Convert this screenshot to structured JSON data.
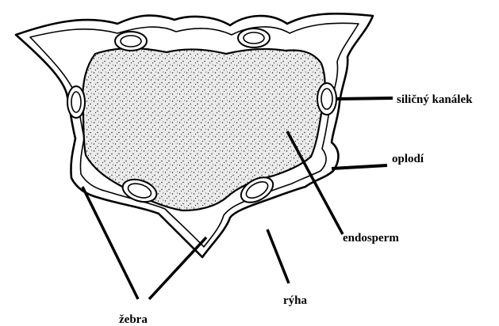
{
  "labels": {
    "silicny_kanalek": "siličný kanálek",
    "oplodi": "oplodí",
    "endosperm": "endosperm",
    "ryha": "rýha",
    "zebra": "žebra"
  },
  "colors": {
    "stroke": "#000000",
    "background": "#ffffff",
    "endosperm_fill": "#ebebeb",
    "pericarp_fill": "#ffffff",
    "dot": "#1a1a1a"
  }
}
